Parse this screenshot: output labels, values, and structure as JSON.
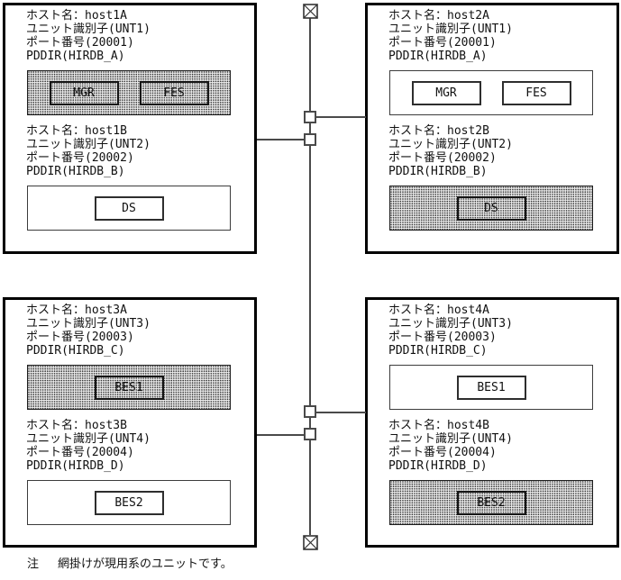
{
  "colors": {
    "foreground": "#000000",
    "background": "#ffffff",
    "line": "#4a4a4a"
  },
  "network": {
    "terminator_icon": "crossed-box",
    "tap_icon": "square-connector"
  },
  "note": {
    "prefix": "注",
    "text": "網掛けが現用系のユニットです。"
  },
  "boxes": [
    {
      "sections": [
        {
          "host": "ホスト名：host1A",
          "unit_id": "ユニット識別子(UNT1)",
          "port": "ポート番号(20001)",
          "pddir": "PDDIR(HIRDB_A)",
          "active": true,
          "units": [
            "MGR",
            "FES"
          ]
        },
        {
          "host": "ホスト名：host1B",
          "unit_id": "ユニット識別子(UNT2)",
          "port": "ポート番号(20002)",
          "pddir": "PDDIR(HIRDB_B)",
          "active": false,
          "units": [
            "DS"
          ]
        }
      ]
    },
    {
      "sections": [
        {
          "host": "ホスト名：host2A",
          "unit_id": "ユニット識別子(UNT1)",
          "port": "ポート番号(20001)",
          "pddir": "PDDIR(HIRDB_A)",
          "active": false,
          "units": [
            "MGR",
            "FES"
          ]
        },
        {
          "host": "ホスト名：host2B",
          "unit_id": "ユニット識別子(UNT2)",
          "port": "ポート番号(20002)",
          "pddir": "PDDIR(HIRDB_B)",
          "active": true,
          "units": [
            "DS"
          ]
        }
      ]
    },
    {
      "sections": [
        {
          "host": "ホスト名：host3A",
          "unit_id": "ユニット識別子(UNT3)",
          "port": "ポート番号(20003)",
          "pddir": "PDDIR(HIRDB_C)",
          "active": true,
          "units": [
            "BES1"
          ]
        },
        {
          "host": "ホスト名：host3B",
          "unit_id": "ユニット識別子(UNT4)",
          "port": "ポート番号(20004)",
          "pddir": "PDDIR(HIRDB_D)",
          "active": false,
          "units": [
            "BES2"
          ]
        }
      ]
    },
    {
      "sections": [
        {
          "host": "ホスト名：host4A",
          "unit_id": "ユニット識別子(UNT3)",
          "port": "ポート番号(20003)",
          "pddir": "PDDIR(HIRDB_C)",
          "active": false,
          "units": [
            "BES1"
          ]
        },
        {
          "host": "ホスト名：host4B",
          "unit_id": "ユニット識別子(UNT4)",
          "port": "ポート番号(20004)",
          "pddir": "PDDIR(HIRDB_D)",
          "active": true,
          "units": [
            "BES2"
          ]
        }
      ]
    }
  ]
}
